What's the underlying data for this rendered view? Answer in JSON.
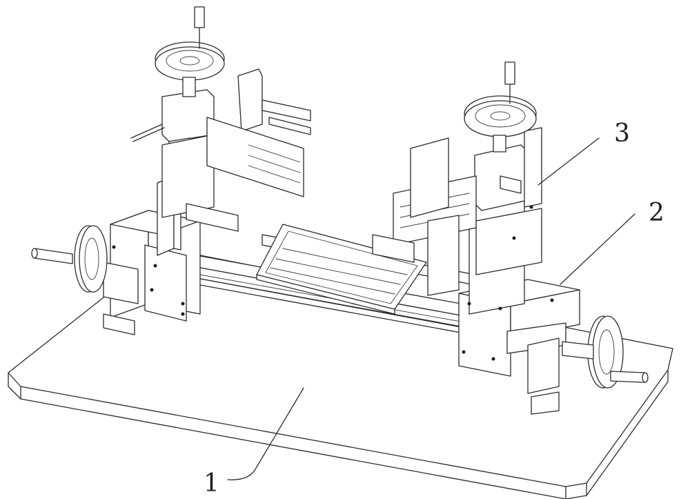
{
  "callouts": [
    {
      "id": "c1",
      "label": "1"
    },
    {
      "id": "c2",
      "label": "2"
    },
    {
      "id": "c3",
      "label": "3"
    }
  ],
  "line_color": "#2a2a2a"
}
